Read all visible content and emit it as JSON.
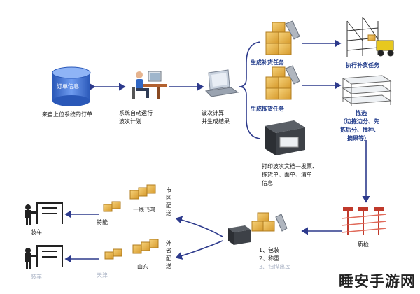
{
  "labels": {
    "order_db": "订单信息",
    "upstream_order": "来自上位系统的订单",
    "auto_plan_1": "系统自动运行",
    "auto_plan_2": "波次计划",
    "wave_calc_1": "波次计算",
    "wave_calc_2": "并生成结果",
    "replenish_task": "生成补货任务",
    "exec_replenish": "执行补货任务",
    "pick_task": "生成拣货任务",
    "pick_1": "拣选",
    "pick_2": "（边拣边分、先",
    "pick_3": "拣后分、播种、",
    "pick_4": "摘果等）",
    "print_1": "打印波次文档—发票、",
    "print_2": "拣货单、面单、清单",
    "print_3": "信息",
    "qc": "质检",
    "pack_1": "1、包装",
    "pack_2": "2、称重",
    "pack_3": "3、扫描出库",
    "city_dist": "市区配送",
    "yizhan": "一线飞鸿",
    "teneng": "特能",
    "load_1": "装车",
    "outside_dist": "外省配送",
    "shandong": "山东",
    "tianjin": "天津",
    "load_2": "装车",
    "watermark": "睡安手游网"
  },
  "colors": {
    "arrow": "#2d3a8c",
    "box": "#e8b54a",
    "box_dark": "#c88d22",
    "shelf": "#c0392b",
    "db": "#3f6fd1"
  }
}
